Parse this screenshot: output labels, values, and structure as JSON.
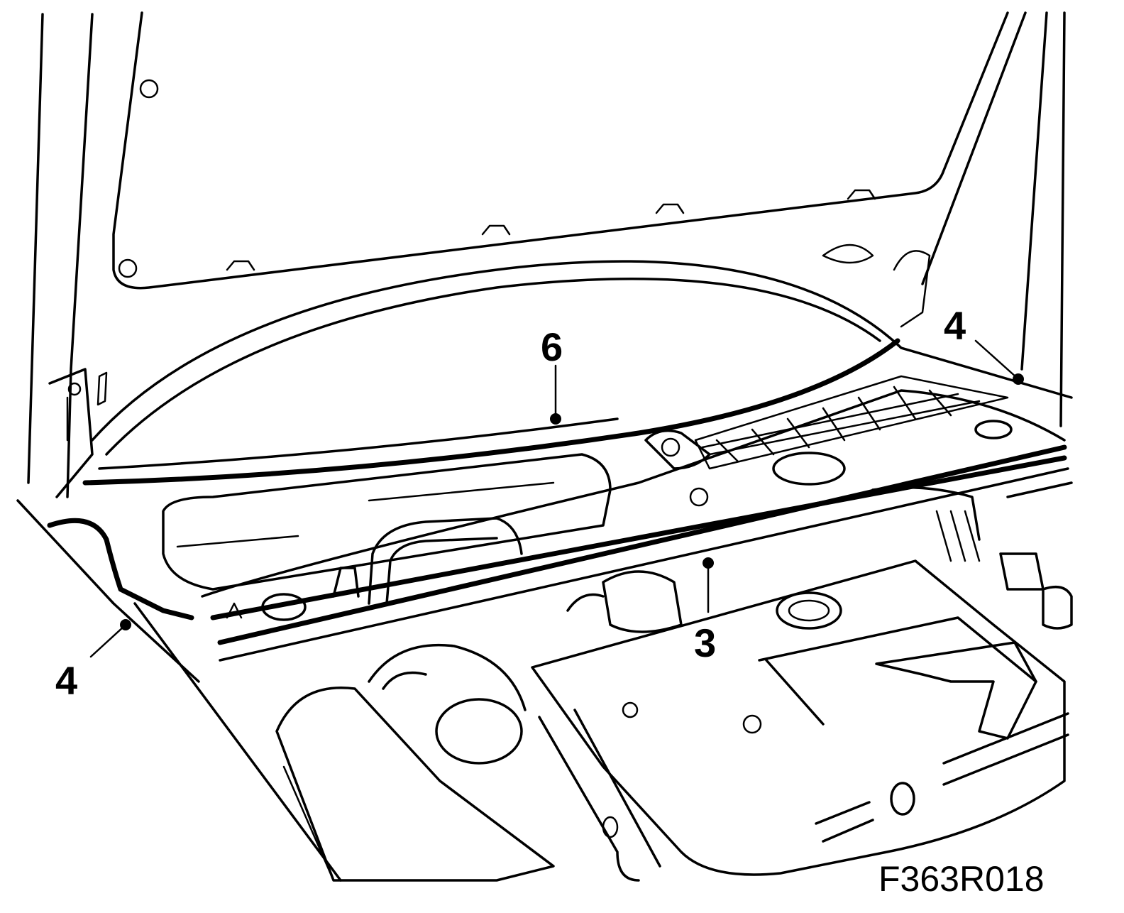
{
  "callouts": [
    {
      "id": "callout-6",
      "label": "6"
    },
    {
      "id": "callout-4-right",
      "label": "4"
    },
    {
      "id": "callout-3",
      "label": "3"
    },
    {
      "id": "callout-4-left",
      "label": "4"
    }
  ],
  "figure_code": "F363R018"
}
